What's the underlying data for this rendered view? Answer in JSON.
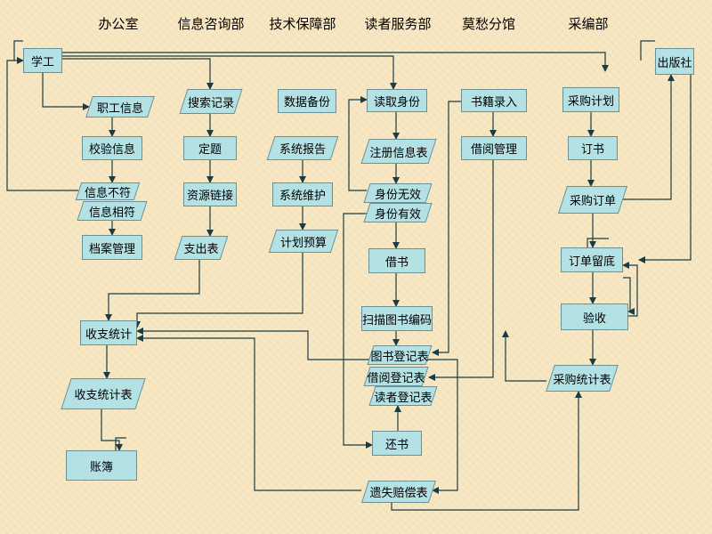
{
  "departments": [
    "办公室",
    "信息咨询部",
    "技术保障部",
    "读者服务部",
    "莫愁分馆",
    "采编部"
  ],
  "nodes": {
    "xuegong": "学工",
    "chubanshe": "出版社",
    "zhigong_xinxi": "职工信息",
    "jiaoyan_xinxi": "校验信息",
    "xinxi_bufu": "信息不符",
    "xinxi_xiangfu": "信息相符",
    "dangan_guanli": "档案管理",
    "sousuo_jilu": "搜索记录",
    "dingti": "定题",
    "ziyuan_lianjie": "资源链接",
    "zhichu_biao": "支出表",
    "shuju_beifen": "数据备份",
    "xitong_baogao": "系统报告",
    "xitong_weihu": "系统维护",
    "jihua_yusuan": "计划预算",
    "duqu_shenfen": "读取身份",
    "zhuce_xinxibiao": "注册信息表",
    "shenfen_wuxiao": "身份无效",
    "shenfen_youxiao": "身份有效",
    "jieshu": "借书",
    "saomiao_bianma": "扫描图书编码",
    "tushu_dengjibiao": "图书登记表",
    "jieyue_dengjibiao": "借阅登记表",
    "duzhe_dengjibiao": "读者登记表",
    "huanshu": "还书",
    "yishi_peichang": "遗失赔偿表",
    "shuji_luru": "书籍录入",
    "jieyue_guanli": "借阅管理",
    "caigou_jihua": "采购计划",
    "dingshu": "订书",
    "caigou_dingdan": "采购订单",
    "dingdan_liudi": "订单留底",
    "yanshou": "验收",
    "caigou_tongjibiao": "采购统计表",
    "shouzhi_tongji": "收支统计",
    "shouzhi_tongjibiao": "收支统计表",
    "zhangbu": "账簿"
  },
  "colors": {
    "node_fill": "#b4e1e4",
    "node_border": "#6a8f96",
    "line": "#1a3c42",
    "background": "#f7e7c3"
  }
}
